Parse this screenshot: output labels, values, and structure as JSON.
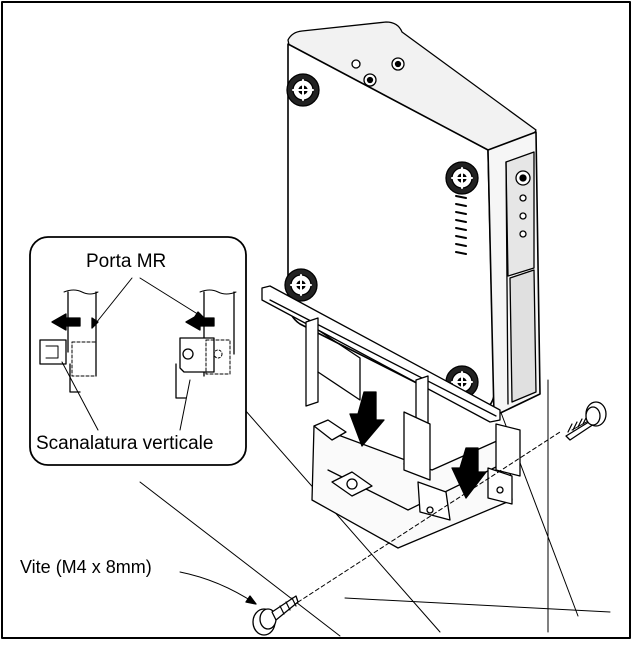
{
  "callouts": {
    "port_label": "Porta MR",
    "slot_label": "Scanalatura verticale",
    "screw_label": "Vite (M4 x 8mm)"
  }
}
